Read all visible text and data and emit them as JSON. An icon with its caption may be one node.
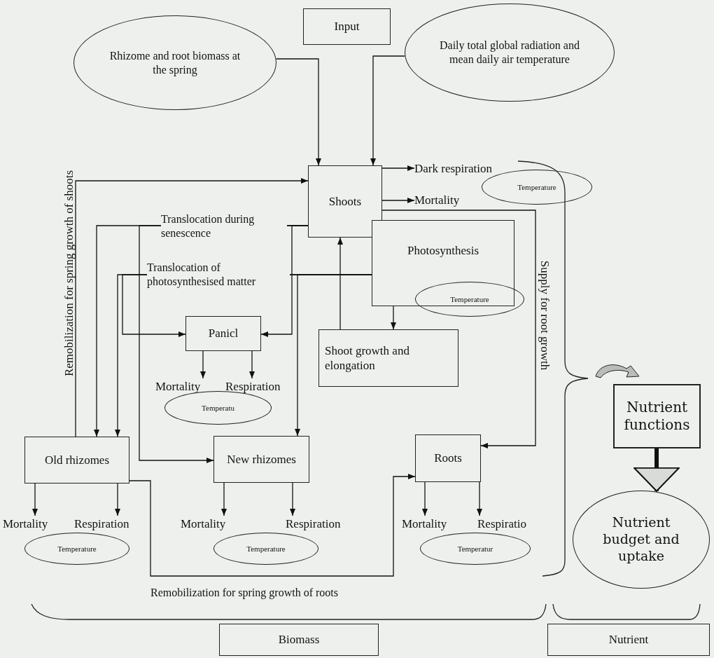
{
  "diagram": {
    "nodes": [
      {
        "text": [
          "Input"
        ]
      },
      {
        "text": [
          "Rhizome and root biomass at the spring"
        ]
      },
      {
        "text": [
          "Daily total global radiation and mean daily air temperature"
        ]
      },
      {
        "text": [
          "Shoots"
        ]
      },
      {
        "text": [
          "Dark respiration"
        ]
      },
      {
        "text": [
          "Temperature"
        ]
      },
      {
        "text": [
          "Mortality"
        ]
      },
      {
        "text": [
          "Photosynthesis"
        ]
      },
      {
        "text": [
          "Temperature"
        ]
      },
      {
        "text": [
          "Panicl"
        ]
      },
      {
        "text": [
          "Mortality"
        ]
      },
      {
        "text": [
          "Respiration"
        ]
      },
      {
        "text": [
          "Temperatu"
        ]
      },
      {
        "text": [
          "Shoot growth and elongation"
        ]
      },
      {
        "text": [
          "Old rhizomes"
        ]
      },
      {
        "text": [
          "New rhizomes"
        ]
      },
      {
        "text": [
          "Roots"
        ]
      },
      {
        "text": [
          "Mortality"
        ]
      },
      {
        "text": [
          "Respiration"
        ]
      },
      {
        "text": [
          "Temperature"
        ]
      },
      {
        "text": [
          "Mortality"
        ]
      },
      {
        "text": [
          "Respiration"
        ]
      },
      {
        "text": [
          "Temperature"
        ]
      },
      {
        "text": [
          "Mortality"
        ]
      },
      {
        "text": [
          "Respiratio"
        ]
      },
      {
        "text": [
          "Temperatur"
        ]
      },
      {
        "text": [
          "Nutrient functions"
        ]
      },
      {
        "text": [
          "Nutrient budget and uptake"
        ]
      },
      {
        "text": [
          "Biomass"
        ]
      },
      {
        "text": [
          "Nutrient"
        ]
      }
    ],
    "edges": [
      {
        "from": 1,
        "to": 3,
        "arrow": "to"
      },
      {
        "from": 2,
        "to": 3,
        "arrow": "to"
      },
      {
        "from": 3,
        "to": 4,
        "arrow": "to"
      },
      {
        "from": 3,
        "to": 6,
        "arrow": "to"
      },
      {
        "from": 14,
        "to": 3,
        "arrow": "to",
        "label": "Remobilization for spring growth of shoots"
      },
      {
        "from": 3,
        "to": 14,
        "arrow": "to",
        "label": "Translocation during senescence"
      },
      {
        "from": 3,
        "to": 15,
        "arrow": "to"
      },
      {
        "from": 3,
        "to": 9,
        "arrow": "to"
      },
      {
        "from": 7,
        "to": 14,
        "arrow": "to",
        "label": "Translocation of photosynthesised matter"
      },
      {
        "from": 7,
        "to": 9,
        "arrow": "to"
      },
      {
        "from": 7,
        "to": 15,
        "arrow": "to"
      },
      {
        "from": 7,
        "to": 13,
        "arrow": "to"
      },
      {
        "from": 13,
        "to": 3,
        "arrow": "to"
      },
      {
        "from": 3,
        "to": 16,
        "arrow": "to",
        "label": "Supply for root growth"
      },
      {
        "from": 14,
        "to": 16,
        "arrow": "to",
        "label": "Remobilization for spring growth of roots"
      },
      {
        "from": 9,
        "to": 10,
        "arrow": "to"
      },
      {
        "from": 9,
        "to": 11,
        "arrow": "to"
      },
      {
        "from": 14,
        "to": 17,
        "arrow": "to"
      },
      {
        "from": 14,
        "to": 18,
        "arrow": "to"
      },
      {
        "from": 15,
        "to": 20,
        "arrow": "to"
      },
      {
        "from": 15,
        "to": 21,
        "arrow": "to"
      },
      {
        "from": 16,
        "to": 23,
        "arrow": "to"
      },
      {
        "from": 16,
        "to": 24,
        "arrow": "to"
      },
      {
        "from": 26,
        "to": 27,
        "arrow": "to",
        "style": "thick"
      }
    ]
  }
}
